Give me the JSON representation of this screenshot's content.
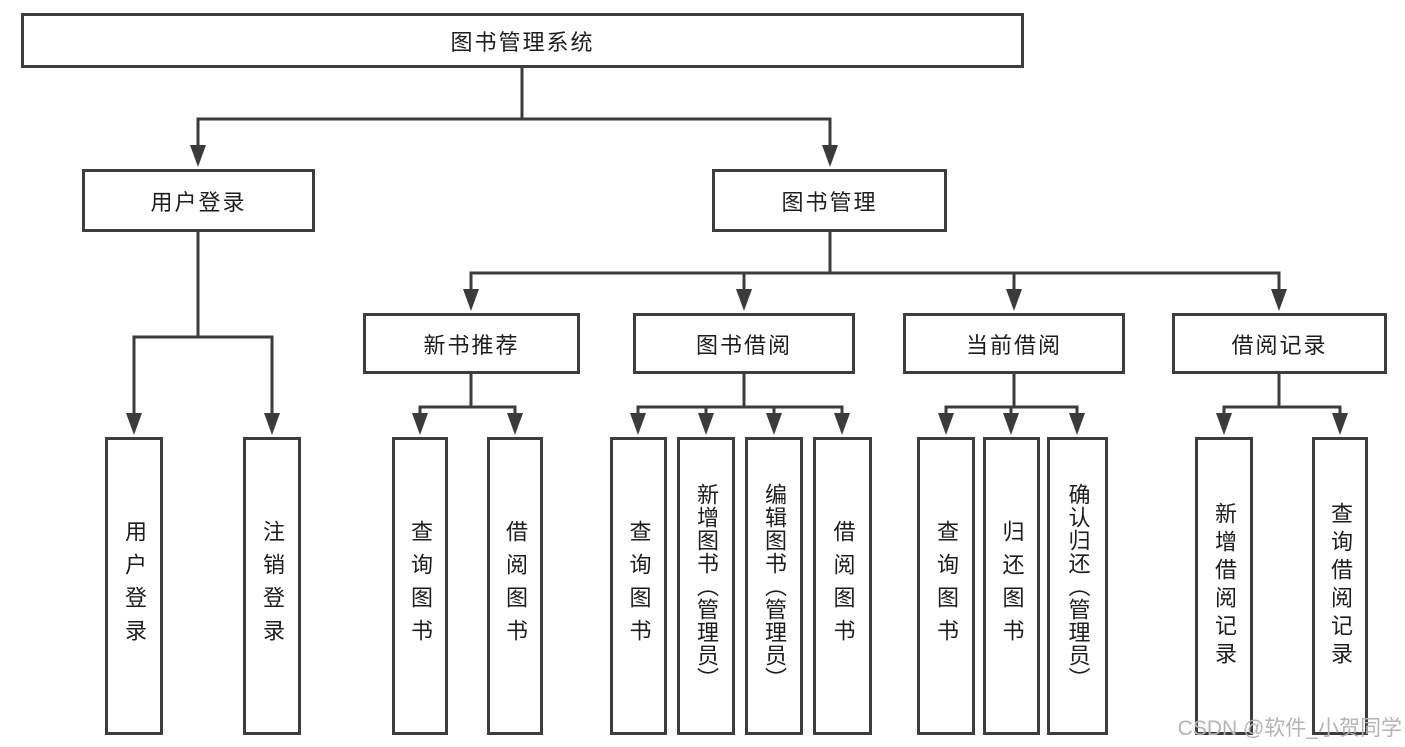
{
  "diagram_type": "hierarchy-tree",
  "colors": {
    "line": "#3b3b3b",
    "box_border": "#3d3d3d",
    "box_fill": "#ffffff",
    "text": "#1d1d1d",
    "background": "#ffffff",
    "watermark": "#b4b4b4"
  },
  "tree": {
    "root": {
      "label": "图书管理系统"
    },
    "children": [
      {
        "label": "用户登录",
        "children": [
          {
            "label": "用户登录"
          },
          {
            "label": "注销登录"
          }
        ]
      },
      {
        "label": "图书管理",
        "children": [
          {
            "label": "新书推荐",
            "children": [
              {
                "label": "查询图书"
              },
              {
                "label": "借阅图书"
              }
            ]
          },
          {
            "label": "图书借阅",
            "children": [
              {
                "label": "查询图书"
              },
              {
                "label": "新增图书（管理员）"
              },
              {
                "label": "编辑图书（管理员）"
              },
              {
                "label": "借阅图书"
              }
            ]
          },
          {
            "label": "当前借阅",
            "children": [
              {
                "label": "查询图书"
              },
              {
                "label": "归还图书"
              },
              {
                "label": "确认归还（管理员）"
              }
            ]
          },
          {
            "label": "借阅记录",
            "children": [
              {
                "label": "新增借阅记录"
              },
              {
                "label": "查询借阅记录"
              }
            ]
          }
        ]
      }
    ]
  },
  "watermark": "CSDN @软件_小贺同学"
}
